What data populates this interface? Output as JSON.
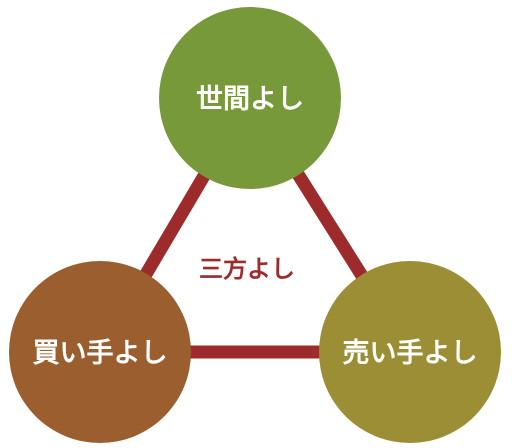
{
  "diagram": {
    "center_label": "三方よし",
    "nodes": {
      "top": {
        "label": "世間よし",
        "color": "#77993A"
      },
      "left": {
        "label": "買い手よし",
        "color": "#9B5E2E"
      },
      "right": {
        "label": "売い手よし",
        "color": "#9C8E34"
      }
    },
    "connector_color": "#9E2B2B",
    "center_label_color": "#9E2B2B"
  }
}
